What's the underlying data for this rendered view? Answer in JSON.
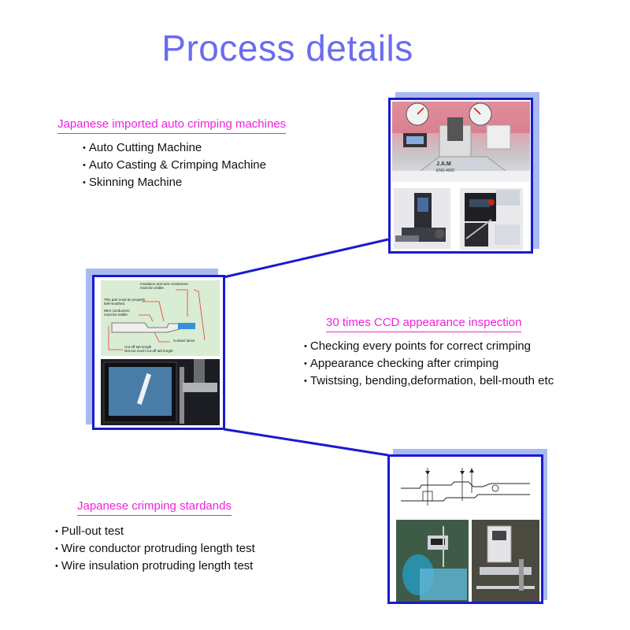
{
  "title": "Process details",
  "sections": [
    {
      "title": "Japanese imported auto crimping machines",
      "bullets": [
        "Auto Cutting Machine",
        "Auto Casting & Crimping Machine",
        "Skinning Machine"
      ]
    },
    {
      "title": "30 times CCD appearance inspection",
      "bullets": [
        "Checking every points for correct crimping",
        "Appearance checking after crimping",
        "Twistsing, bending,deformation, bell-mouth etc"
      ]
    },
    {
      "title": "Japanese crimping stardands",
      "bullets": [
        "Pull-out test",
        "Wire conductor protruding length test",
        "Wire insulation protruding length test"
      ]
    }
  ],
  "diagram_text": {
    "line1": "Insulation and wire conductors",
    "line2": "must be visible.",
    "line3": "This part must be properly",
    "line4": "bell-mouthed.",
    "line5": "Wire conductors",
    "line6": "must be visible.",
    "line7": "Contact lance",
    "line8": "Cut-off tab length",
    "line9": "Not too much cut-off tab length."
  },
  "machine_brand": "J.A.M",
  "machine_model": "ENS-4000",
  "colors": {
    "title": "#6a6cf0",
    "section_title": "#ee22dd",
    "frame": "#1a1ad0",
    "shadow": "#a9baf0"
  }
}
